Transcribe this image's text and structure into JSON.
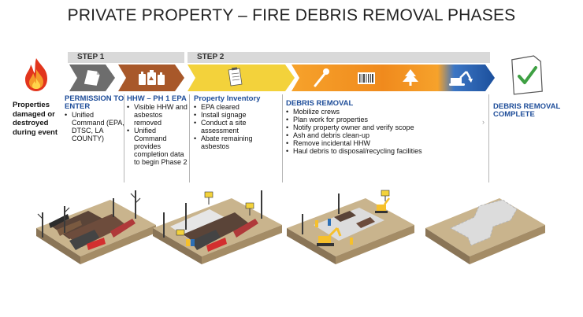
{
  "title": "PRIVATE PROPERTY – FIRE DEBRIS REMOVAL PHASES",
  "steps": {
    "step1": "STEP 1",
    "step2": "STEP 2"
  },
  "intro": "Properties damaged or destroyed during event",
  "columns": [
    {
      "heading": "PERMISSION TO ENTER",
      "items": [
        "Unified Command (EPA, DTSC, LA COUNTY)"
      ]
    },
    {
      "heading": "HHW – PH 1 EPA",
      "items": [
        "Visible HHW and asbestos removed",
        "Unified Command provides completion data to begin Phase 2"
      ]
    },
    {
      "heading": "Property Inventory",
      "items": [
        "EPA cleared",
        "Install signage",
        "Conduct a site assessment",
        "Abate remaining asbestos"
      ]
    },
    {
      "heading": "DEBRIS REMOVAL",
      "items": [
        "Mobilize crews",
        "Plan work for properties",
        "Notify property owner and verify scope",
        "Ash and debris clean-up",
        "Remove incidental HHW",
        "Haul debris to disposal/recycling facilities"
      ]
    }
  ],
  "final": "DEBRIS REMOVAL COMPLETE",
  "colors": {
    "step1": "#6d6d6d",
    "hhw": "#a8582a",
    "step2a": "#f3d23b",
    "step2b": "#f6a22b",
    "step2c": "#f08a1d",
    "step2d": "#1b4f9c",
    "header": "#1f4e9a"
  },
  "icons": [
    "fire-icon",
    "document-icon",
    "hazmat-containers-icon",
    "clipboard-icon",
    "dropper-icon",
    "barcode-icon",
    "tree-icon",
    "excavator-icon",
    "checkmark-document-icon"
  ]
}
